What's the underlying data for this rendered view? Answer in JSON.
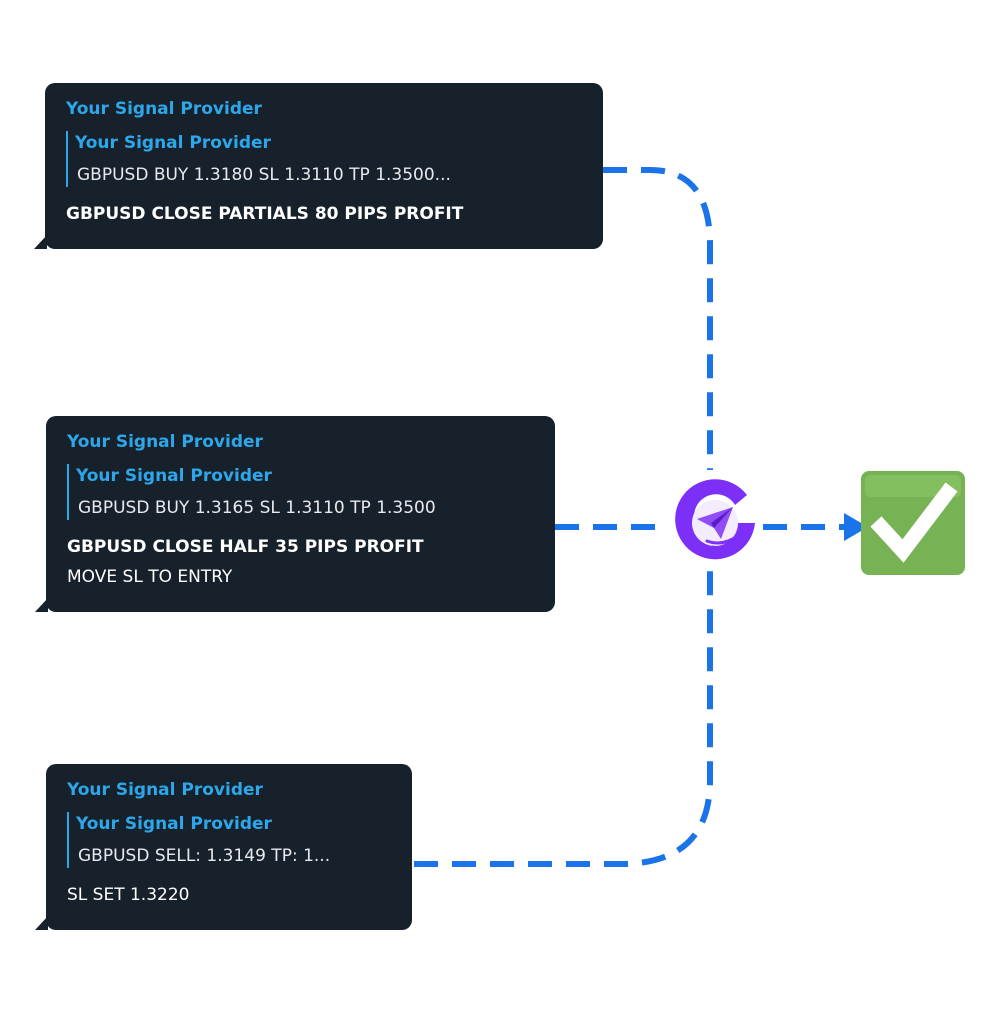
{
  "messages": [
    {
      "sender": "Your Signal Provider",
      "quote": {
        "sender": "Your Signal Provider",
        "text": "GBPUSD BUY 1.3180 SL 1.3110 TP 1.3500..."
      },
      "lines": [
        {
          "text": "GBPUSD CLOSE PARTIALS 80 PIPS PROFIT",
          "bold": true
        }
      ]
    },
    {
      "sender": "Your Signal Provider",
      "quote": {
        "sender": "Your Signal Provider",
        "text": "GBPUSD BUY 1.3165 SL 1.3110 TP 1.3500"
      },
      "lines": [
        {
          "text": "GBPUSD CLOSE HALF 35 PIPS PROFIT",
          "bold": true
        },
        {
          "text": "MOVE SL TO ENTRY",
          "bold": false
        }
      ]
    },
    {
      "sender": "Your Signal Provider",
      "quote": {
        "sender": "Your Signal Provider",
        "text": "GBPUSD SELL: 1.3149  TP:  1..."
      },
      "lines": [
        {
          "text": "SL SET 1.3220",
          "bold": false
        }
      ]
    }
  ],
  "icons": {
    "hub": "paper-plane-logo-icon",
    "result": "check-mark-icon"
  },
  "colors": {
    "bubble": "#17212b",
    "sender": "#2ea6ea",
    "connector": "#1a73e8",
    "hub_purple": "#7b2ff7",
    "check_green": "#77b255"
  }
}
